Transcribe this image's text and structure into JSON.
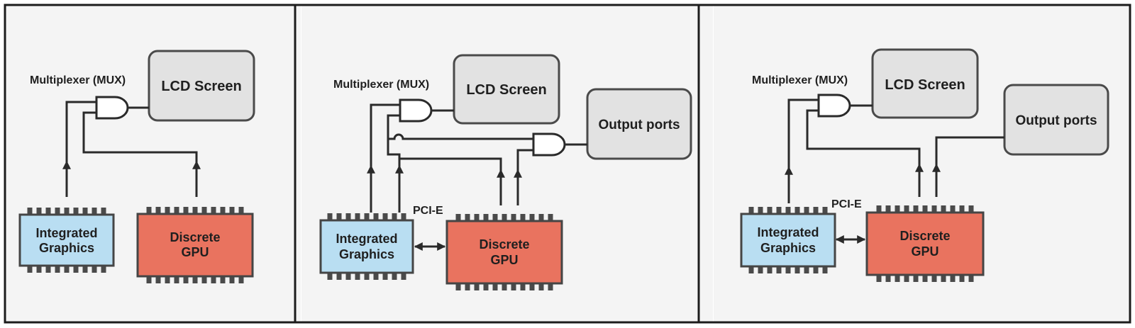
{
  "colors": {
    "panel_bg": "#f4f4f4",
    "frame": "#1c1c1c",
    "box_fill": "#e2e2e2",
    "box_stroke": "#4a4a4a",
    "integrated_fill": "#b9def2",
    "discrete_fill": "#e9735f",
    "chip_stroke": "#454545",
    "pin": "#4a4a4a",
    "wire": "#2a2a2a",
    "gate_fill": "#ffffff"
  },
  "panels": [
    {
      "mux_label": "Multiplexer (MUX)",
      "lcd_label": [
        "LCD Screen"
      ],
      "integrated_label": [
        "Integrated",
        "Graphics"
      ],
      "discrete_label": [
        "Discrete",
        "GPU"
      ]
    },
    {
      "mux_label": "Multiplexer (MUX)",
      "lcd_label": [
        "LCD Screen"
      ],
      "output_label": [
        "Output ports"
      ],
      "pcie_label": "PCI-E",
      "integrated_label": [
        "Integrated",
        "Graphics"
      ],
      "discrete_label": [
        "Discrete",
        "GPU"
      ]
    },
    {
      "mux_label": "Multiplexer (MUX)",
      "lcd_label": [
        "LCD Screen"
      ],
      "output_label": [
        "Output ports"
      ],
      "pcie_label": "PCI-E",
      "integrated_label": [
        "Integrated",
        "Graphics"
      ],
      "discrete_label": [
        "Discrete",
        "GPU"
      ]
    }
  ]
}
